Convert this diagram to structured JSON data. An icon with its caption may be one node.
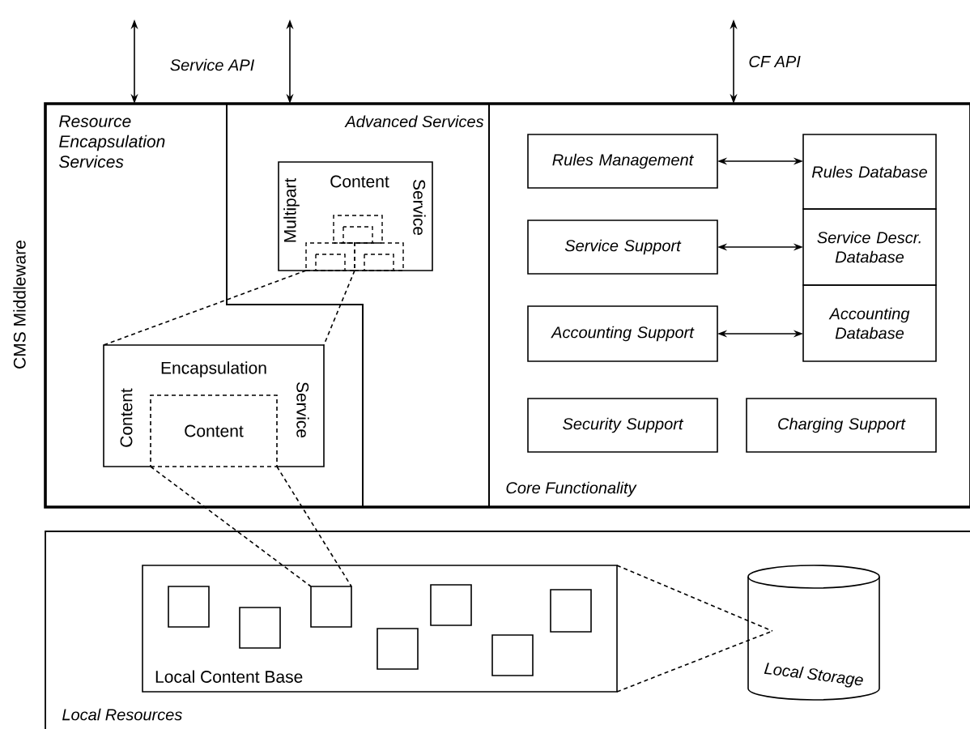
{
  "diagram": {
    "nodes": [
      {
        "text": [
          "CMS Middleware"
        ]
      },
      {
        "text": [
          "Resource Encapsulation Services"
        ],
        "in": 0
      },
      {
        "text": [
          "Advanced Services"
        ],
        "in": 0
      },
      {
        "text": [
          "Multipart",
          "Content",
          "Service"
        ],
        "in": 2
      },
      {
        "text": [],
        "shape": "box",
        "in": 3
      },
      {
        "text": [],
        "shape": "box",
        "in": 3
      },
      {
        "text": [],
        "shape": "box",
        "in": 3
      },
      {
        "text": [
          "Content",
          "Encapsulation",
          "Service"
        ],
        "in": 1
      },
      {
        "text": [
          "Content"
        ],
        "in": 7
      },
      {
        "text": [
          "Core Functionality"
        ],
        "in": 0
      },
      {
        "text": [
          "Rules Management"
        ],
        "in": 9
      },
      {
        "text": [
          "Rules Database"
        ],
        "in": 9
      },
      {
        "text": [
          "Service Support"
        ],
        "in": 9
      },
      {
        "text": [
          "Service Descr. Database"
        ],
        "in": 9
      },
      {
        "text": [
          "Accounting Support"
        ],
        "in": 9
      },
      {
        "text": [
          "Accounting Database"
        ],
        "in": 9
      },
      {
        "text": [
          "Security Support"
        ],
        "in": 9
      },
      {
        "text": [
          "Charging Support"
        ],
        "in": 9
      },
      {
        "text": [
          "Local Resources"
        ]
      },
      {
        "text": [
          "Local Content Base"
        ],
        "in": 18
      },
      {
        "text": [],
        "shape": "box",
        "in": 19
      },
      {
        "text": [],
        "shape": "box",
        "in": 19
      },
      {
        "text": [],
        "shape": "box",
        "in": 19
      },
      {
        "text": [],
        "shape": "box",
        "in": 19
      },
      {
        "text": [],
        "shape": "box",
        "in": 19
      },
      {
        "text": [],
        "shape": "box",
        "in": 19
      },
      {
        "text": [],
        "shape": "box",
        "in": 19
      },
      {
        "text": [
          "Local Storage"
        ],
        "in": 18
      }
    ],
    "edges": [
      {
        "from": null,
        "to": 1,
        "arrow": "both"
      },
      {
        "from": null,
        "to": 2,
        "arrow": "both"
      },
      {
        "from": null,
        "to": 9,
        "arrow": "both",
        "label": "CF API"
      },
      {
        "from": 5,
        "to": 7,
        "arrow": "none",
        "style": "dashed"
      },
      {
        "from": 5,
        "to": 7,
        "arrow": "none",
        "style": "dashed"
      },
      {
        "from": 10,
        "to": 11,
        "arrow": "both"
      },
      {
        "from": 12,
        "to": 13,
        "arrow": "both"
      },
      {
        "from": 14,
        "to": 15,
        "arrow": "both"
      },
      {
        "from": 8,
        "to": 22,
        "arrow": "none",
        "style": "dashed"
      },
      {
        "from": 8,
        "to": 22,
        "arrow": "none",
        "style": "dashed"
      },
      {
        "from": 19,
        "to": 27,
        "arrow": "none",
        "style": "dashed"
      },
      {
        "from": 19,
        "to": 27,
        "arrow": "none",
        "style": "dashed"
      }
    ],
    "labels": [
      "Service API"
    ]
  }
}
